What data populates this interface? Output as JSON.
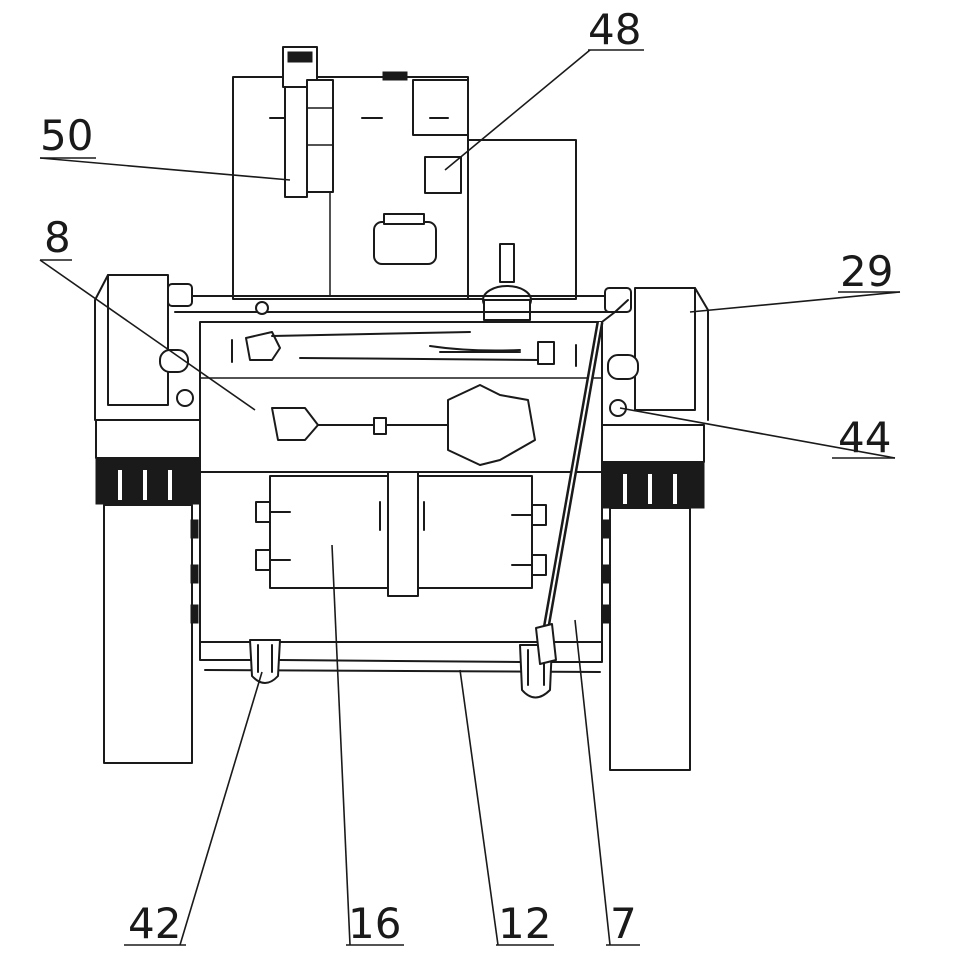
{
  "diagram": {
    "line_color": "#1a1a1a",
    "background": "#ffffff",
    "callouts": [
      {
        "id": "c50",
        "label": "50",
        "points_to": "exhaust-stack"
      },
      {
        "id": "c48",
        "label": "48",
        "points_to": "turret-hatch-block"
      },
      {
        "id": "c8",
        "label": "8",
        "points_to": "tool-board"
      },
      {
        "id": "c29",
        "label": "29",
        "points_to": "right-track-guard"
      },
      {
        "id": "c44",
        "label": "44",
        "points_to": "right-tow-eye"
      },
      {
        "id": "c42",
        "label": "42",
        "points_to": "left-tow-hook"
      },
      {
        "id": "c16",
        "label": "16",
        "points_to": "rear-plate"
      },
      {
        "id": "c12",
        "label": "12",
        "points_to": "tow-bar"
      },
      {
        "id": "c7",
        "label": "7",
        "points_to": "right-hull-side"
      }
    ]
  }
}
